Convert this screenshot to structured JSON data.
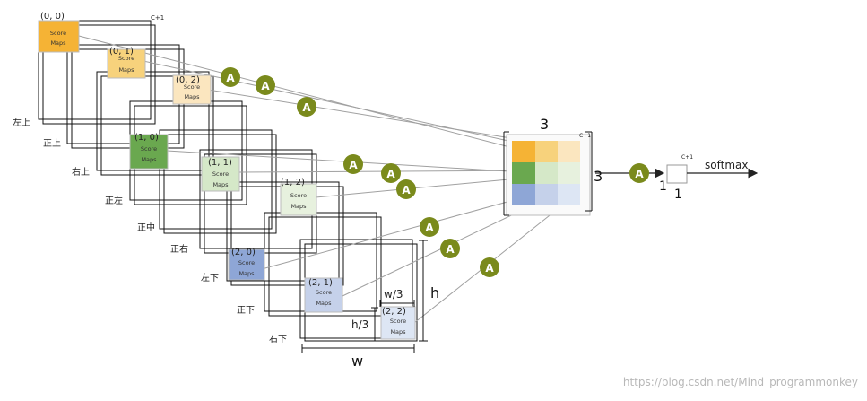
{
  "maps": [
    {
      "coord": "(0, 0)",
      "score_line1": "Score",
      "score_line2": "Maps",
      "position_label": "左上"
    },
    {
      "coord": "(0, 1)",
      "score_line1": "Score",
      "score_line2": "Maps",
      "position_label": "正上"
    },
    {
      "coord": "(0, 2)",
      "score_line1": "Score",
      "score_line2": "Maps",
      "position_label": "右上"
    },
    {
      "coord": "(1, 0)",
      "score_line1": "Score",
      "score_line2": "Maps",
      "position_label": "正左"
    },
    {
      "coord": "(1, 1)",
      "score_line1": "Score",
      "score_line2": "Maps",
      "position_label": "正中"
    },
    {
      "coord": "(1, 2)",
      "score_line1": "Score",
      "score_line2": "Maps",
      "position_label": "正右"
    },
    {
      "coord": "(2, 0)",
      "score_line1": "Score",
      "score_line2": "Maps",
      "position_label": "左下"
    },
    {
      "coord": "(2, 1)",
      "score_line1": "Score",
      "score_line2": "Maps",
      "position_label": "正下"
    },
    {
      "coord": "(2, 2)",
      "score_line1": "Score",
      "score_line2": "Maps",
      "position_label": "右下"
    }
  ],
  "colors": [
    "#f5b335",
    "#f7d27c",
    "#fbe6bf",
    "#6aa84f",
    "#d5e8c8",
    "#e7f1de",
    "#8ea6d6",
    "#c5d1ea",
    "#dde6f4"
  ],
  "channel_label_first": "C+1",
  "pool_node_label": "A",
  "dims": {
    "w_third": "w/3",
    "h_third": "h/3",
    "h": "h",
    "w": "w",
    "grid_top": "3",
    "grid_right": "3",
    "grid_channel": "C+1",
    "vec_left": "1",
    "vec_bottom": "1",
    "vec_channel": "C+1"
  },
  "softmax_label": "softmax",
  "watermark": "https://blog.csdn.net/Mind_programmonkey"
}
